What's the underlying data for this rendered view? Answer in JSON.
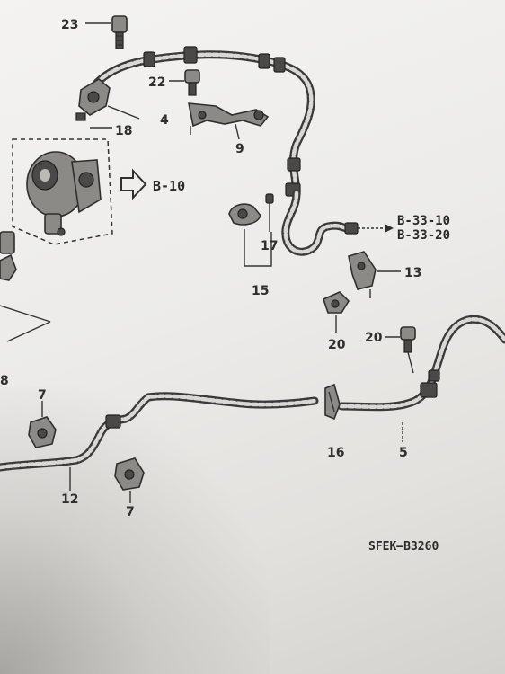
{
  "diagram": {
    "code": "SFEK–B3260",
    "callouts": {
      "c23": "23",
      "c22": "22",
      "c18": "18",
      "c4": "4",
      "c9": "9",
      "c17": "17",
      "c15": "15",
      "c13": "13",
      "c20a": "20",
      "c20b": "20",
      "c7a": "7",
      "c7b": "7",
      "c12": "12",
      "c16": "16",
      "c5": "5",
      "c8": "8"
    },
    "references": {
      "pump_ref": "B-10",
      "ref1": "B-33-10",
      "ref2": "B-33-20"
    }
  },
  "colors": {
    "ink": "#2f2f2f",
    "paper": "#ecebe8"
  }
}
